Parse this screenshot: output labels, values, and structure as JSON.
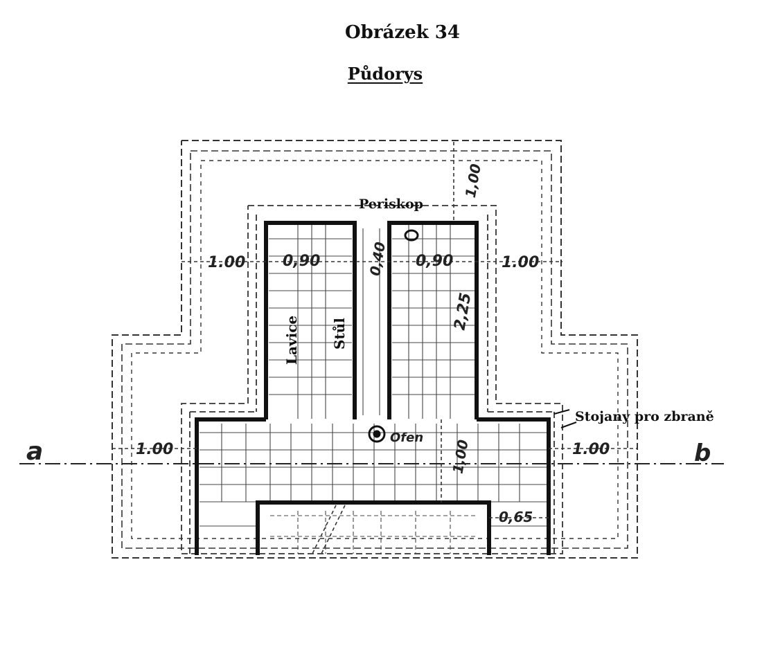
{
  "header": {
    "title": "Obrázek 34",
    "subtitle": "Půdorys"
  },
  "labels": {
    "periscope": "Periskop",
    "bench": "Lavice",
    "table": "Stůl",
    "weapon_racks": "Stojany pro zbraně",
    "section_left": "a",
    "section_right": "b",
    "stove": "Ofen"
  },
  "dimensions": {
    "left_wall": "1.00",
    "right_wall": "1.00",
    "left_room": "0,90",
    "right_room": "0,90",
    "center_gap": "0,40",
    "rear_depth": "1,00",
    "room_length": "2,25",
    "lower_left": "1.00",
    "lower_right": "1.00",
    "hall_depth": "1,00",
    "entry_width": "0,65"
  },
  "colors": {
    "ink": "#111111",
    "line_gray": "#333333",
    "paper": "#ffffff"
  }
}
